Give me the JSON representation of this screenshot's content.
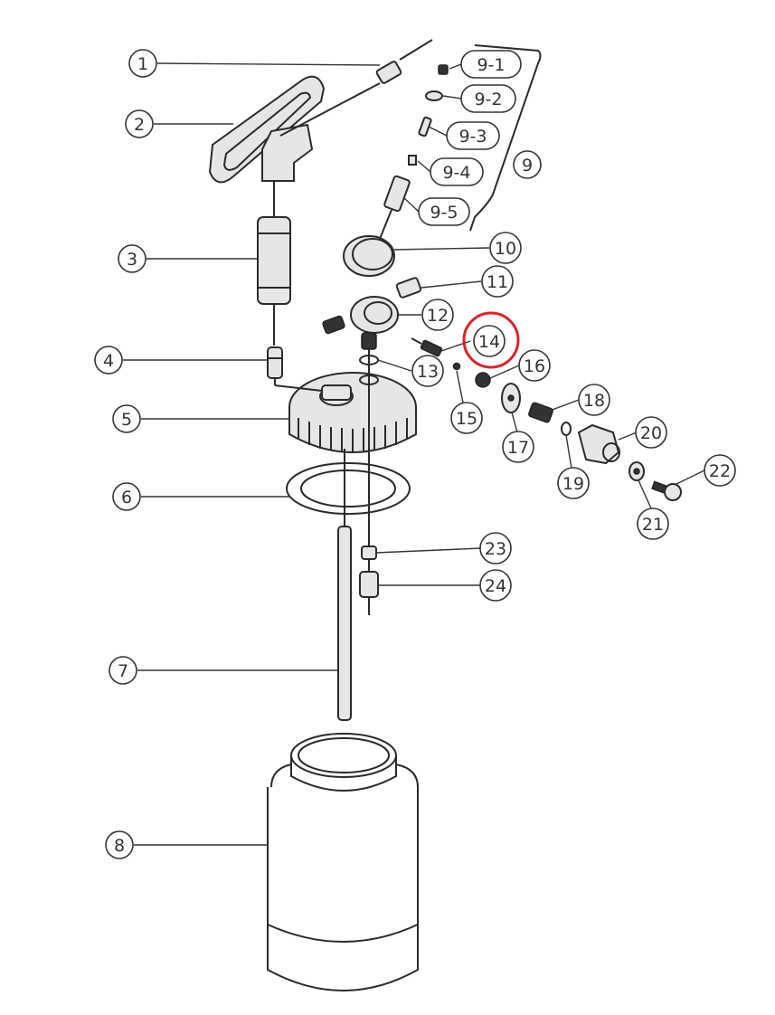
{
  "labels": {
    "l1": "1",
    "l2": "2",
    "l3": "3",
    "l4": "4",
    "l5": "5",
    "l6": "6",
    "l7": "7",
    "l8": "8",
    "l9": "9",
    "l9_1": "9-1",
    "l9_2": "9-2",
    "l9_3": "9-3",
    "l9_4": "9-4",
    "l9_5": "9-5",
    "l10": "10",
    "l11": "11",
    "l12": "12",
    "l13": "13",
    "l14": "14",
    "l15": "15",
    "l16": "16",
    "l17": "17",
    "l18": "18",
    "l19": "19",
    "l20": "20",
    "l21": "21",
    "l22": "22",
    "l23": "23",
    "l24": "24"
  },
  "highlight": {
    "label": "14",
    "color": "#d9232a"
  }
}
